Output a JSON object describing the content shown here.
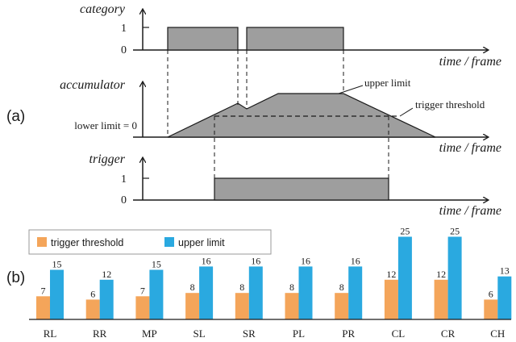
{
  "colors": {
    "axis": "#1a1a1a",
    "fill": "#9e9e9e",
    "orange": "#f4a55a",
    "blue": "#2aa9e0"
  },
  "panel_a": {
    "label": "(a)",
    "category": {
      "title": "category",
      "tick_1": "1",
      "tick_0": "0",
      "xlabel": "time / frame"
    },
    "accumulator": {
      "title": "accumulator",
      "upper_label": "upper limit",
      "threshold_label": "trigger threshold",
      "lower_label": "lower limit = 0",
      "xlabel": "time / frame"
    },
    "trigger": {
      "title": "trigger",
      "tick_1": "1",
      "tick_0": "0",
      "xlabel": "time / frame"
    }
  },
  "panel_b": {
    "label": "(b)"
  },
  "chart_data": {
    "type": "bar",
    "categories": [
      "RL",
      "RR",
      "MP",
      "SL",
      "SR",
      "PL",
      "PR",
      "CL",
      "CR",
      "CH"
    ],
    "series": [
      {
        "name": "trigger threshold",
        "values": [
          7,
          6,
          7,
          8,
          8,
          8,
          8,
          12,
          12,
          6
        ]
      },
      {
        "name": "upper limit",
        "values": [
          15,
          12,
          15,
          16,
          16,
          16,
          16,
          25,
          25,
          13
        ]
      }
    ],
    "ylim": [
      0,
      25
    ],
    "legend": "top-left",
    "grid": false
  }
}
